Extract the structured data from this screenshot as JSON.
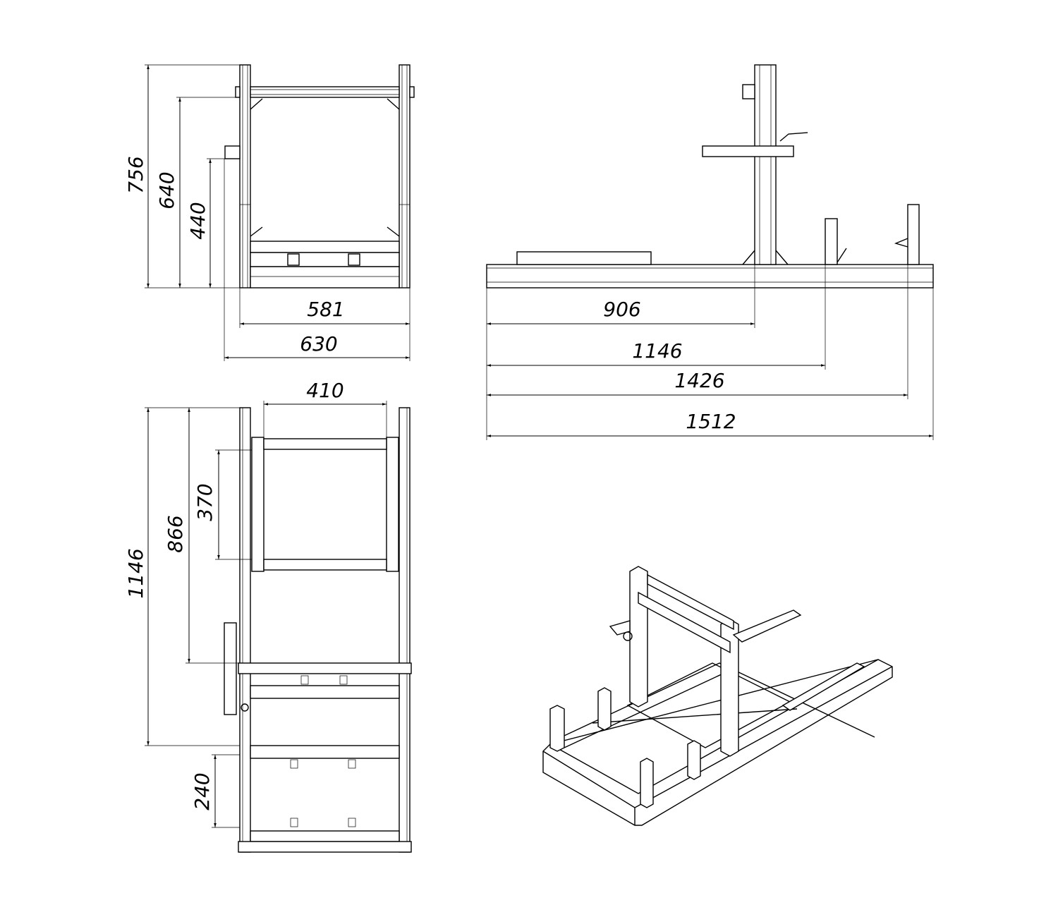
{
  "front_view": {
    "dims": {
      "h756": "756",
      "h640": "640",
      "h440": "440",
      "w581": "581",
      "w630": "630"
    }
  },
  "side_view": {
    "dims": {
      "l906": "906",
      "l1146": "1146",
      "l1426": "1426",
      "l1512": "1512"
    }
  },
  "top_view": {
    "dims": {
      "w410": "410",
      "h370": "370",
      "h866": "866",
      "h1146": "1146",
      "h240": "240"
    }
  },
  "iso_view": {}
}
